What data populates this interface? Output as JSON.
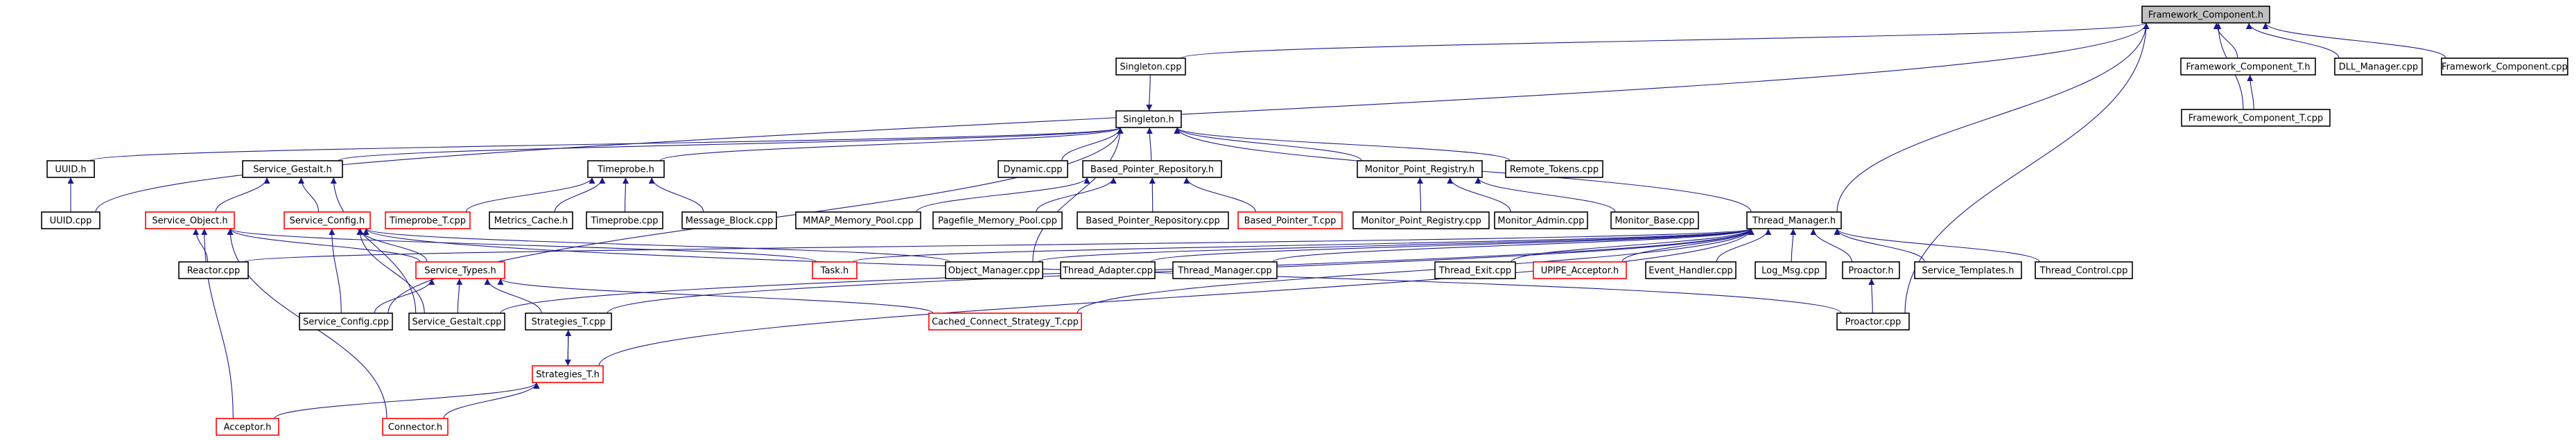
{
  "colors": {
    "edge": "#1a1a8c",
    "black_border": "#000000",
    "red_border": "#ff0000",
    "root_fill": "#c0c0c0",
    "node_fill": "#ffffff"
  },
  "nodes": [
    {
      "id": "framework_component_h",
      "label": "Framework_Component.h",
      "style": "root"
    },
    {
      "id": "singleton_cpp",
      "label": "Singleton.cpp",
      "style": "black"
    },
    {
      "id": "framework_component_t_h",
      "label": "Framework_Component_T.h",
      "style": "black"
    },
    {
      "id": "dll_manager_cpp",
      "label": "DLL_Manager.cpp",
      "style": "black"
    },
    {
      "id": "framework_component_cpp",
      "label": "Framework_Component.cpp",
      "style": "black"
    },
    {
      "id": "framework_component_t_cpp",
      "label": "Framework_Component_T.cpp",
      "style": "black"
    },
    {
      "id": "singleton_h",
      "label": "Singleton.h",
      "style": "black"
    },
    {
      "id": "uuid_h",
      "label": "UUID.h",
      "style": "black"
    },
    {
      "id": "service_gestalt_h",
      "label": "Service_Gestalt.h",
      "style": "black"
    },
    {
      "id": "timeprobe_h",
      "label": "Timeprobe.h",
      "style": "black"
    },
    {
      "id": "dynamic_cpp",
      "label": "Dynamic.cpp",
      "style": "black"
    },
    {
      "id": "based_pointer_repository_h",
      "label": "Based_Pointer_Repository.h",
      "style": "black"
    },
    {
      "id": "monitor_point_registry_h",
      "label": "Monitor_Point_Registry.h",
      "style": "black"
    },
    {
      "id": "remote_tokens_cpp",
      "label": "Remote_Tokens.cpp",
      "style": "black"
    },
    {
      "id": "uuid_cpp",
      "label": "UUID.cpp",
      "style": "black"
    },
    {
      "id": "service_object_h",
      "label": "Service_Object.h",
      "style": "red"
    },
    {
      "id": "service_config_h",
      "label": "Service_Config.h",
      "style": "red"
    },
    {
      "id": "timeprobe_t_cpp",
      "label": "Timeprobe_T.cpp",
      "style": "red"
    },
    {
      "id": "metrics_cache_h",
      "label": "Metrics_Cache.h",
      "style": "black"
    },
    {
      "id": "timeprobe_cpp",
      "label": "Timeprobe.cpp",
      "style": "black"
    },
    {
      "id": "message_block_cpp",
      "label": "Message_Block.cpp",
      "style": "black"
    },
    {
      "id": "mmap_memory_pool_cpp",
      "label": "MMAP_Memory_Pool.cpp",
      "style": "black"
    },
    {
      "id": "pagefile_memory_pool_cpp",
      "label": "Pagefile_Memory_Pool.cpp",
      "style": "black"
    },
    {
      "id": "based_pointer_repository_cpp",
      "label": "Based_Pointer_Repository.cpp",
      "style": "black"
    },
    {
      "id": "based_pointer_t_cpp",
      "label": "Based_Pointer_T.cpp",
      "style": "red"
    },
    {
      "id": "monitor_point_registry_cpp",
      "label": "Monitor_Point_Registry.cpp",
      "style": "black"
    },
    {
      "id": "monitor_admin_cpp",
      "label": "Monitor_Admin.cpp",
      "style": "black"
    },
    {
      "id": "monitor_base_cpp",
      "label": "Monitor_Base.cpp",
      "style": "black"
    },
    {
      "id": "thread_manager_h",
      "label": "Thread_Manager.h",
      "style": "black"
    },
    {
      "id": "reactor_cpp",
      "label": "Reactor.cpp",
      "style": "black"
    },
    {
      "id": "service_types_h",
      "label": "Service_Types.h",
      "style": "red"
    },
    {
      "id": "task_h",
      "label": "Task.h",
      "style": "red"
    },
    {
      "id": "object_manager_cpp",
      "label": "Object_Manager.cpp",
      "style": "black"
    },
    {
      "id": "thread_adapter_cpp",
      "label": "Thread_Adapter.cpp",
      "style": "black"
    },
    {
      "id": "thread_manager_cpp",
      "label": "Thread_Manager.cpp",
      "style": "black"
    },
    {
      "id": "thread_exit_cpp",
      "label": "Thread_Exit.cpp",
      "style": "black"
    },
    {
      "id": "upipe_acceptor_h",
      "label": "UPIPE_Acceptor.h",
      "style": "red"
    },
    {
      "id": "event_handler_cpp",
      "label": "Event_Handler.cpp",
      "style": "black"
    },
    {
      "id": "log_msg_cpp",
      "label": "Log_Msg.cpp",
      "style": "black"
    },
    {
      "id": "proactor_h",
      "label": "Proactor.h",
      "style": "black"
    },
    {
      "id": "service_templates_h",
      "label": "Service_Templates.h",
      "style": "black"
    },
    {
      "id": "thread_control_cpp",
      "label": "Thread_Control.cpp",
      "style": "black"
    },
    {
      "id": "service_config_cpp",
      "label": "Service_Config.cpp",
      "style": "black"
    },
    {
      "id": "service_gestalt_cpp",
      "label": "Service_Gestalt.cpp",
      "style": "black"
    },
    {
      "id": "strategies_t_cpp",
      "label": "Strategies_T.cpp",
      "style": "black"
    },
    {
      "id": "cached_connect_strategy_t_cpp",
      "label": "Cached_Connect_Strategy_T.cpp",
      "style": "red"
    },
    {
      "id": "proactor_cpp",
      "label": "Proactor.cpp",
      "style": "black"
    },
    {
      "id": "strategies_t_h",
      "label": "Strategies_T.h",
      "style": "red"
    },
    {
      "id": "acceptor_h",
      "label": "Acceptor.h",
      "style": "red"
    },
    {
      "id": "connector_h",
      "label": "Connector.h",
      "style": "red"
    }
  ],
  "edges": [
    [
      "framework_component_h",
      "singleton_cpp"
    ],
    [
      "framework_component_h",
      "framework_component_t_h"
    ],
    [
      "framework_component_h",
      "dll_manager_cpp"
    ],
    [
      "framework_component_h",
      "framework_component_cpp"
    ],
    [
      "framework_component_h",
      "framework_component_t_cpp"
    ],
    [
      "framework_component_h",
      "uuid_cpp"
    ],
    [
      "framework_component_h",
      "thread_manager_h"
    ],
    [
      "framework_component_h",
      "proactor_cpp"
    ],
    [
      "framework_component_t_h",
      "framework_component_t_cpp"
    ],
    [
      "singleton_h",
      "singleton_cpp"
    ],
    [
      "singleton_h",
      "uuid_h"
    ],
    [
      "singleton_h",
      "service_gestalt_h"
    ],
    [
      "singleton_h",
      "timeprobe_h"
    ],
    [
      "singleton_h",
      "dynamic_cpp"
    ],
    [
      "singleton_h",
      "based_pointer_repository_h"
    ],
    [
      "singleton_h",
      "monitor_point_registry_h"
    ],
    [
      "singleton_h",
      "remote_tokens_cpp"
    ],
    [
      "singleton_h",
      "thread_manager_h"
    ],
    [
      "singleton_h",
      "service_config_cpp"
    ],
    [
      "singleton_h",
      "object_manager_cpp"
    ],
    [
      "uuid_h",
      "uuid_cpp"
    ],
    [
      "service_gestalt_h",
      "service_object_h"
    ],
    [
      "service_gestalt_h",
      "service_config_h"
    ],
    [
      "service_gestalt_h",
      "service_gestalt_cpp"
    ],
    [
      "timeprobe_h",
      "timeprobe_t_cpp"
    ],
    [
      "timeprobe_h",
      "metrics_cache_h"
    ],
    [
      "timeprobe_h",
      "timeprobe_cpp"
    ],
    [
      "timeprobe_h",
      "message_block_cpp"
    ],
    [
      "based_pointer_repository_h",
      "mmap_memory_pool_cpp"
    ],
    [
      "based_pointer_repository_h",
      "pagefile_memory_pool_cpp"
    ],
    [
      "based_pointer_repository_h",
      "based_pointer_repository_cpp"
    ],
    [
      "based_pointer_repository_h",
      "based_pointer_t_cpp"
    ],
    [
      "monitor_point_registry_h",
      "monitor_point_registry_cpp"
    ],
    [
      "monitor_point_registry_h",
      "monitor_admin_cpp"
    ],
    [
      "monitor_point_registry_h",
      "monitor_base_cpp"
    ],
    [
      "service_object_h",
      "reactor_cpp"
    ],
    [
      "service_object_h",
      "service_types_h"
    ],
    [
      "service_object_h",
      "acceptor_h"
    ],
    [
      "service_object_h",
      "connector_h"
    ],
    [
      "service_object_h",
      "task_h"
    ],
    [
      "service_config_h",
      "service_types_h"
    ],
    [
      "service_config_h",
      "service_config_cpp"
    ],
    [
      "service_config_h",
      "service_gestalt_cpp"
    ],
    [
      "service_config_h",
      "object_manager_cpp"
    ],
    [
      "service_config_h",
      "proactor_cpp"
    ],
    [
      "service_types_h",
      "service_config_cpp"
    ],
    [
      "service_types_h",
      "service_gestalt_cpp"
    ],
    [
      "service_types_h",
      "strategies_t_cpp"
    ],
    [
      "service_types_h",
      "cached_connect_strategy_t_cpp"
    ],
    [
      "strategies_t_cpp",
      "strategies_t_h"
    ],
    [
      "strategies_t_h",
      "strategies_t_cpp"
    ],
    [
      "strategies_t_h",
      "acceptor_h"
    ],
    [
      "strategies_t_h",
      "connector_h"
    ],
    [
      "thread_manager_h",
      "task_h"
    ],
    [
      "thread_manager_h",
      "object_manager_cpp"
    ],
    [
      "thread_manager_h",
      "thread_adapter_cpp"
    ],
    [
      "thread_manager_h",
      "thread_manager_cpp"
    ],
    [
      "thread_manager_h",
      "thread_exit_cpp"
    ],
    [
      "thread_manager_h",
      "upipe_acceptor_h"
    ],
    [
      "thread_manager_h",
      "event_handler_cpp"
    ],
    [
      "thread_manager_h",
      "log_msg_cpp"
    ],
    [
      "thread_manager_h",
      "proactor_h"
    ],
    [
      "thread_manager_h",
      "service_templates_h"
    ],
    [
      "thread_manager_h",
      "thread_control_cpp"
    ],
    [
      "thread_manager_h",
      "strategies_t_cpp"
    ],
    [
      "thread_manager_h",
      "strategies_t_h"
    ],
    [
      "thread_manager_h",
      "cached_connect_strategy_t_cpp"
    ],
    [
      "thread_manager_h",
      "service_gestalt_cpp"
    ],
    [
      "thread_manager_h",
      "reactor_cpp"
    ],
    [
      "proactor_h",
      "proactor_cpp"
    ]
  ]
}
